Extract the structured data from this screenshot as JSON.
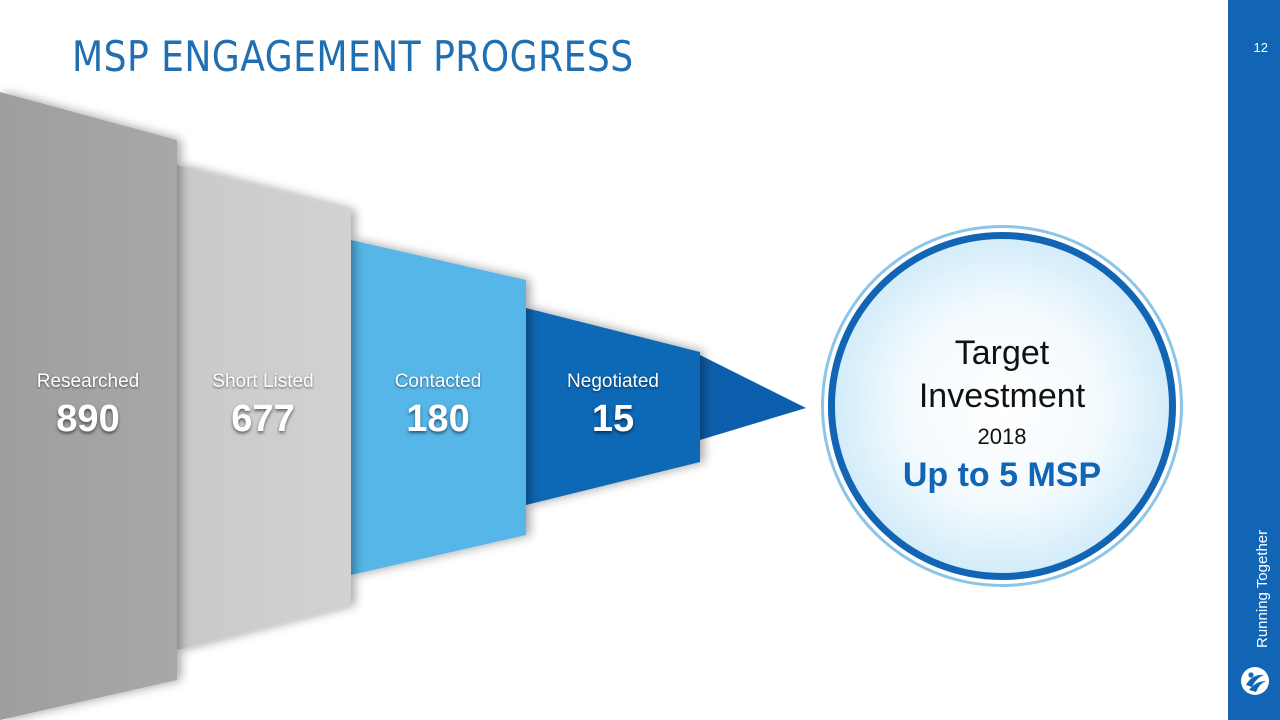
{
  "title": "MSP ENGAGEMENT PROGRESS",
  "page_number": "12",
  "tagline": "Running Together",
  "stages": [
    {
      "label": "Researched",
      "value": "890"
    },
    {
      "label": "Short Listed",
      "value": "677"
    },
    {
      "label": "Contacted",
      "value": "180"
    },
    {
      "label": "Negotiated",
      "value": "15"
    }
  ],
  "target": {
    "line1": "Target",
    "line2": "Investment",
    "year": "2018",
    "subtitle": "Up to 5 MSP"
  },
  "colors": {
    "accent": "#1265b5",
    "stage_fills": [
      "#a4a4a4",
      "#cecece",
      "#56b6e8",
      "#1167b6"
    ]
  },
  "icons": {
    "logo": "company-logo-icon"
  }
}
